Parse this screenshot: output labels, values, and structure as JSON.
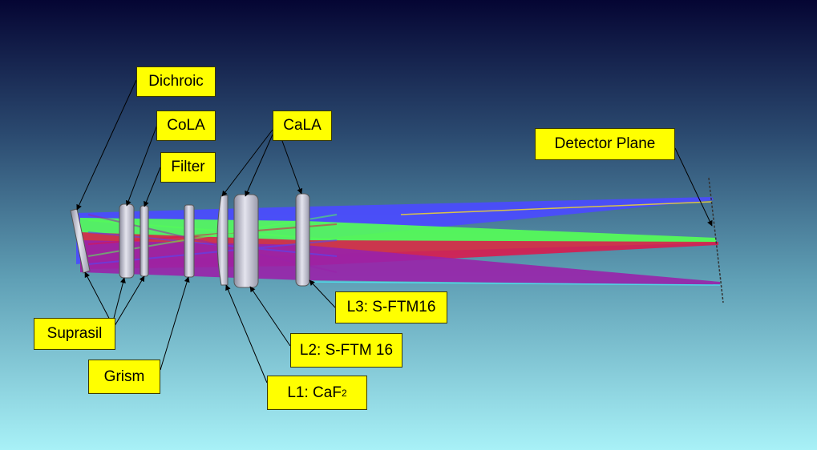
{
  "labels": {
    "dichroic": "Dichroic",
    "cola": "CoLA",
    "filter": "Filter",
    "cala": "CaLA",
    "detector_plane": "Detector Plane",
    "suprasil": "Suprasil",
    "grism": "Grism",
    "l1_prefix": "L1: CaF",
    "l1_subscript": "2",
    "l2": "L2: S-FTM 16",
    "l3": "L3: S-FTM16"
  },
  "colors": {
    "callout_fill": "#ffff00",
    "lens_fill": "#c8c8d6",
    "ray_blue": "#4b4bff",
    "ray_green": "#55ff55",
    "ray_red": "#e0144a",
    "ray_magenta": "#9922aa",
    "leader_line": "#000000"
  }
}
